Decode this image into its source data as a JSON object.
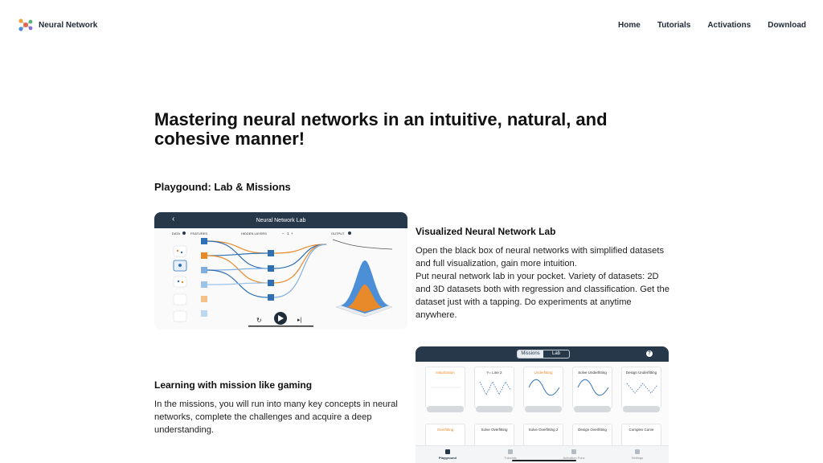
{
  "header": {
    "logo_text": "Neural Network",
    "nav": [
      "Home",
      "Tutorials",
      "Activations",
      "Download"
    ]
  },
  "hero": {
    "title": "Mastering neural networks in an intuitive, natural, and cohesive manner!"
  },
  "section": {
    "title": "Playgound: Lab & Missions"
  },
  "lab": {
    "screenshot_title": "Neural Network Lab",
    "labels": {
      "data": "DATA",
      "features": "FEATURES",
      "hidden_layers": "HIDDEN LAYERS",
      "layer_count": "1",
      "output": "OUTPUT"
    },
    "heading": "Visualized Neural Network Lab",
    "paragraph_1": "Open the black box of neural networks with simplified datasets and full visualization, gain more intuition.",
    "paragraph_2": "Put neural network lab in your pocket. Variety of datasets: 2D and 3D datasets both with regression and classification. Get the dataset just with a tapping. Do experiments at anytime anywhere."
  },
  "missions": {
    "tabs": [
      "Missions",
      "Lab"
    ],
    "help": "?",
    "cards_row1": [
      "Initialization",
      "Y= Line 2",
      "Underfitting",
      "Solve Underfitting",
      "Design Underfitting"
    ],
    "cards_row2": [
      "Overfitting",
      "Solve Overfitting",
      "Solve Overfitting 2",
      "Design Overfitting",
      "Complex Curve"
    ],
    "tabbar": [
      "Playground",
      "Tutorials",
      "Activation Func",
      "Settings"
    ],
    "heading": "Learning with mission like gaming",
    "paragraph": "In the missions, you will run into many key concepts in neural networks, complete the challenges and acquire a deep understanding."
  },
  "colors": {
    "screenshot_bar": "#26384a",
    "accent_orange": "#e88a2a",
    "accent_blue": "#2f6fb3"
  }
}
